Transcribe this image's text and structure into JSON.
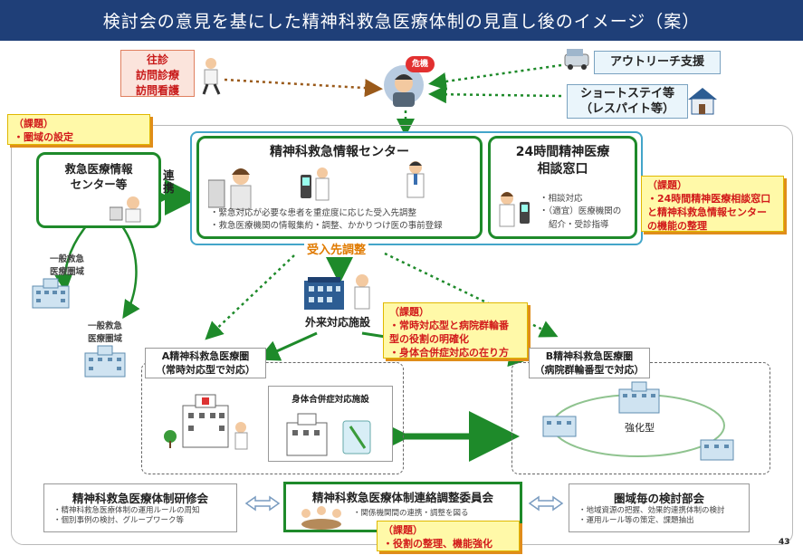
{
  "header": {
    "title": "検討会の意見を基にした精神科救急医療体制の見直し後のイメージ（案）"
  },
  "patient": {
    "crisis_label": "危機"
  },
  "left_top": {
    "lines": [
      "往診",
      "訪問診療",
      "訪問看護"
    ]
  },
  "outreach": {
    "label": "アウトリーチ支援"
  },
  "shortstay": {
    "line1": "ショートステイ等",
    "line2": "（レスパイト等）"
  },
  "issue_area": {
    "head": "（課題）",
    "body": "・圏域の設定"
  },
  "emergency_info": {
    "line1": "救急医療情報",
    "line2": "センター等"
  },
  "renkei": {
    "label": "連携"
  },
  "psych_center": {
    "title": "精神科救急情報センター",
    "b1": "・緊急対応が必要な患者を重症度に応じた受入先調整",
    "b2": "・救急医療機関の情報集約・調整、かかりつけ医の事前登録"
  },
  "hotline": {
    "title1": "24時間精神医療",
    "title2": "相談窓口",
    "b1": "・相談対応",
    "b2": "・（適宜）医療機関の",
    "b3": "紹介・受診指導"
  },
  "issue_hotline": {
    "head": "（課題）",
    "l1": "・24時間精神医療相談窓口",
    "l2": "と精神科救急情報センター",
    "l3": "の機能の整理"
  },
  "acceptance": {
    "label": "受入先調整"
  },
  "general_areas": {
    "a1": "一般救急\n医療圏域",
    "a2": "一般救急\n医療圏域"
  },
  "outpatient": {
    "label": "外来対応施設"
  },
  "issue_mid": {
    "head": "（課題）",
    "l1": "・常時対応型と病院群輪番",
    "l2": "型の役割の明確化",
    "l3": "・身体合併症対応の在り方"
  },
  "area_a": {
    "title": "A精神科救急医療圏",
    "sub": "（常時対応型で対応）"
  },
  "physical": {
    "label": "身体合併症対応施設"
  },
  "area_b": {
    "title": "B精神科救急医療圏",
    "sub": "（病院群輪番型で対応）",
    "core": "強化型"
  },
  "training": {
    "title": "精神科救急医療体制研修会",
    "b1": "・精神科救急医療体制の運用ルールの周知",
    "b2": "・個別事例の検討、グループワーク等"
  },
  "liaison": {
    "title": "精神科救急医療体制連絡調整委員会",
    "b1": "・関係機関間の連携・調整を図る"
  },
  "issue_bottom": {
    "head": "（課題）",
    "body": "・役割の整理、機能強化"
  },
  "regional": {
    "title": "圏域毎の検討部会",
    "b1": "・地域資源の把握、効果的連携体制の検討",
    "b2": "・運用ルール等の策定、課題抽出"
  },
  "page_number": "43",
  "colors": {
    "header": "#1f3f78",
    "green": "#1e8a2a",
    "issue_red": "#d21a1a",
    "orange": "#e07a00"
  }
}
